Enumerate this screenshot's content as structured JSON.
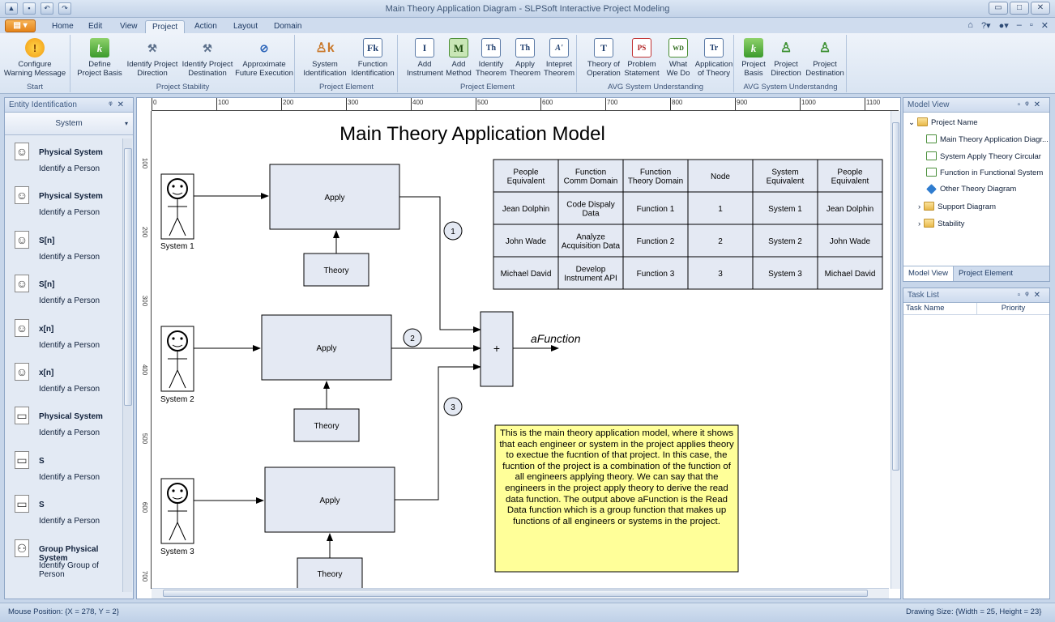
{
  "window": {
    "title": "Main Theory Application Diagram - SLPSoft Interactive Project Modeling",
    "controls": [
      "▭",
      "□",
      "✕"
    ]
  },
  "tabs": [
    {
      "label": "Home"
    },
    {
      "label": "Edit"
    },
    {
      "label": "View"
    },
    {
      "label": "Project"
    },
    {
      "label": "Action"
    },
    {
      "label": "Layout"
    },
    {
      "label": "Domain"
    }
  ],
  "active_tab": "Project",
  "ribbon": {
    "groups": [
      {
        "label": "Start",
        "buttons": [
          {
            "label": "Configure\nWarning Message",
            "icon": "warning-icon",
            "glyph": "!"
          }
        ]
      },
      {
        "label": "Project Stability",
        "buttons": [
          {
            "label": "Define\nProject Basis",
            "icon": "k-icon",
            "glyph": "k"
          },
          {
            "label": "Identify Project\nDirection",
            "icon": "tools-icon",
            "glyph": "⚒"
          },
          {
            "label": "Identify Project\nDestination",
            "icon": "tools-icon",
            "glyph": "⚒"
          },
          {
            "label": "Approximate\nFuture Execution",
            "icon": "gauge-icon",
            "glyph": "⊘"
          }
        ]
      },
      {
        "label": "Project Element",
        "buttons": [
          {
            "label": "System\nIdentification",
            "icon": "person-k-icon",
            "glyph": "♙k"
          },
          {
            "label": "Function\nIdentification",
            "icon": "function-k-icon",
            "glyph": "Fk"
          }
        ]
      },
      {
        "label": "Project Element",
        "buttons": [
          {
            "label": "Add\nInstrument",
            "icon": "instrument-icon",
            "glyph": "I"
          },
          {
            "label": "Add\nMethod",
            "icon": "method-icon",
            "glyph": "M"
          },
          {
            "label": "Identify\nTheorem",
            "icon": "theorem-icon",
            "glyph": "Th"
          },
          {
            "label": "Apply\nTheorem",
            "icon": "theorem-icon",
            "glyph": "Th"
          },
          {
            "label": "Intepret\nTheorem",
            "icon": "interpret-icon",
            "glyph": "A'"
          }
        ]
      },
      {
        "label": "AVG System Understanding",
        "buttons": [
          {
            "label": "Theory of\nOperation",
            "icon": "theory-icon",
            "glyph": "T"
          },
          {
            "label": "Problem\nStatement",
            "icon": "problem-icon",
            "glyph": "PS"
          },
          {
            "label": "What\nWe Do",
            "icon": "wd-icon",
            "glyph": "WD"
          },
          {
            "label": "Application\nof Theory",
            "icon": "application-icon",
            "glyph": "Tr"
          }
        ]
      },
      {
        "label": "AVG System Understandng",
        "buttons": [
          {
            "label": "Project\nBasis",
            "icon": "k-icon",
            "glyph": "k"
          },
          {
            "label": "Project\nDirection",
            "icon": "person-arrow-icon",
            "glyph": "♙"
          },
          {
            "label": "Project\nDestination",
            "icon": "person-arrow-icon",
            "glyph": "♙"
          }
        ]
      }
    ]
  },
  "left_panel": {
    "title": "Entity Identification",
    "dropdown": "System",
    "items": [
      {
        "name": "Physical System",
        "desc": "Identify a Person",
        "icon": "stick-figure-icon"
      },
      {
        "name": "Physical System",
        "desc": "Identify a Person",
        "icon": "stick-figure-icon"
      },
      {
        "name": "S[n]",
        "desc": "Identify a Person",
        "icon": "stick-figure-icon"
      },
      {
        "name": "S[n]",
        "desc": "Identify a Person",
        "icon": "stick-figure-icon"
      },
      {
        "name": "x[n]",
        "desc": "Identify a Person",
        "icon": "stick-figure-icon"
      },
      {
        "name": "x[n]",
        "desc": "Identify a Person",
        "icon": "stick-figure-icon"
      },
      {
        "name": "Physical System",
        "desc": "Identify a Person",
        "icon": "box-icon"
      },
      {
        "name": "S",
        "desc": "Identify a Person",
        "icon": "box-icon"
      },
      {
        "name": "S",
        "desc": "Identify a Person",
        "icon": "box-icon"
      },
      {
        "name": "Group Physical System",
        "desc": "Identify Group of Person",
        "icon": "group-icon"
      }
    ]
  },
  "ruler": {
    "h": [
      "0",
      "100",
      "200",
      "300",
      "400",
      "500",
      "600",
      "700",
      "800",
      "900",
      "1000",
      "1100"
    ],
    "v": [
      "100",
      "200",
      "300",
      "400",
      "500",
      "600",
      "700"
    ]
  },
  "diagram": {
    "title": "Main Theory Application Model",
    "systems": [
      "System 1",
      "System 2",
      "System 3"
    ],
    "apply_label": "Apply",
    "theory_label": "Theory",
    "circles": [
      "1",
      "2",
      "3"
    ],
    "sum_label": "+",
    "output_label": "aFunction",
    "table": {
      "headers": [
        "People\nEquivalent",
        "Function\nComm Domain",
        "Function\nTheory Domain",
        "Node",
        "System\nEquivalent",
        "People\nEquivalent"
      ],
      "rows": [
        [
          "Jean Dolphin",
          "Code Dispaly\nData",
          "Function 1",
          "1",
          "System 1",
          "Jean Dolphin"
        ],
        [
          "John Wade",
          "Analyze\nAcquisition Data",
          "Function 2",
          "2",
          "System 2",
          "John Wade"
        ],
        [
          "Michael David",
          "Develop\nInstrument API",
          "Function 3",
          "3",
          "System 3",
          "Michael David"
        ]
      ]
    },
    "note": "This is the main theory application model, where it shows that each engineer or system in the project applies theory to exectue the fucntion of that project.  In this case, the fucntion of the project is a combination of the function of all engineers applying theory.  We can say that the engineers in the project apply theory to derive the read data function.  The output above aFunction is the Read Data function which is a group function that makes up functions of all engineers or systems in the project."
  },
  "model_view": {
    "title": "Model View",
    "tree": [
      {
        "label": "Project Name",
        "level": 0,
        "icon": "folder"
      },
      {
        "label": "Main Theory Application Diagr...",
        "level": 1,
        "icon": "diagram"
      },
      {
        "label": "System Apply Theory Circular",
        "level": 1,
        "icon": "diagram"
      },
      {
        "label": "Function in Functional System",
        "level": 1,
        "icon": "diagram"
      },
      {
        "label": "Other Theory Diagram",
        "level": 1,
        "icon": "diamond"
      },
      {
        "label": "Support Diagram",
        "level": 1,
        "icon": "folder"
      },
      {
        "label": "Stability",
        "level": 1,
        "icon": "folder"
      }
    ],
    "tabs": [
      "Model View",
      "Project Element"
    ]
  },
  "task_list": {
    "title": "Task List",
    "columns": [
      "Task Name",
      "Priority"
    ]
  },
  "status": {
    "mouse": "Mouse Position: {X = 278,  Y = 2}",
    "drawing_size": "Drawing Size: {Width = 25, Height = 23}"
  }
}
